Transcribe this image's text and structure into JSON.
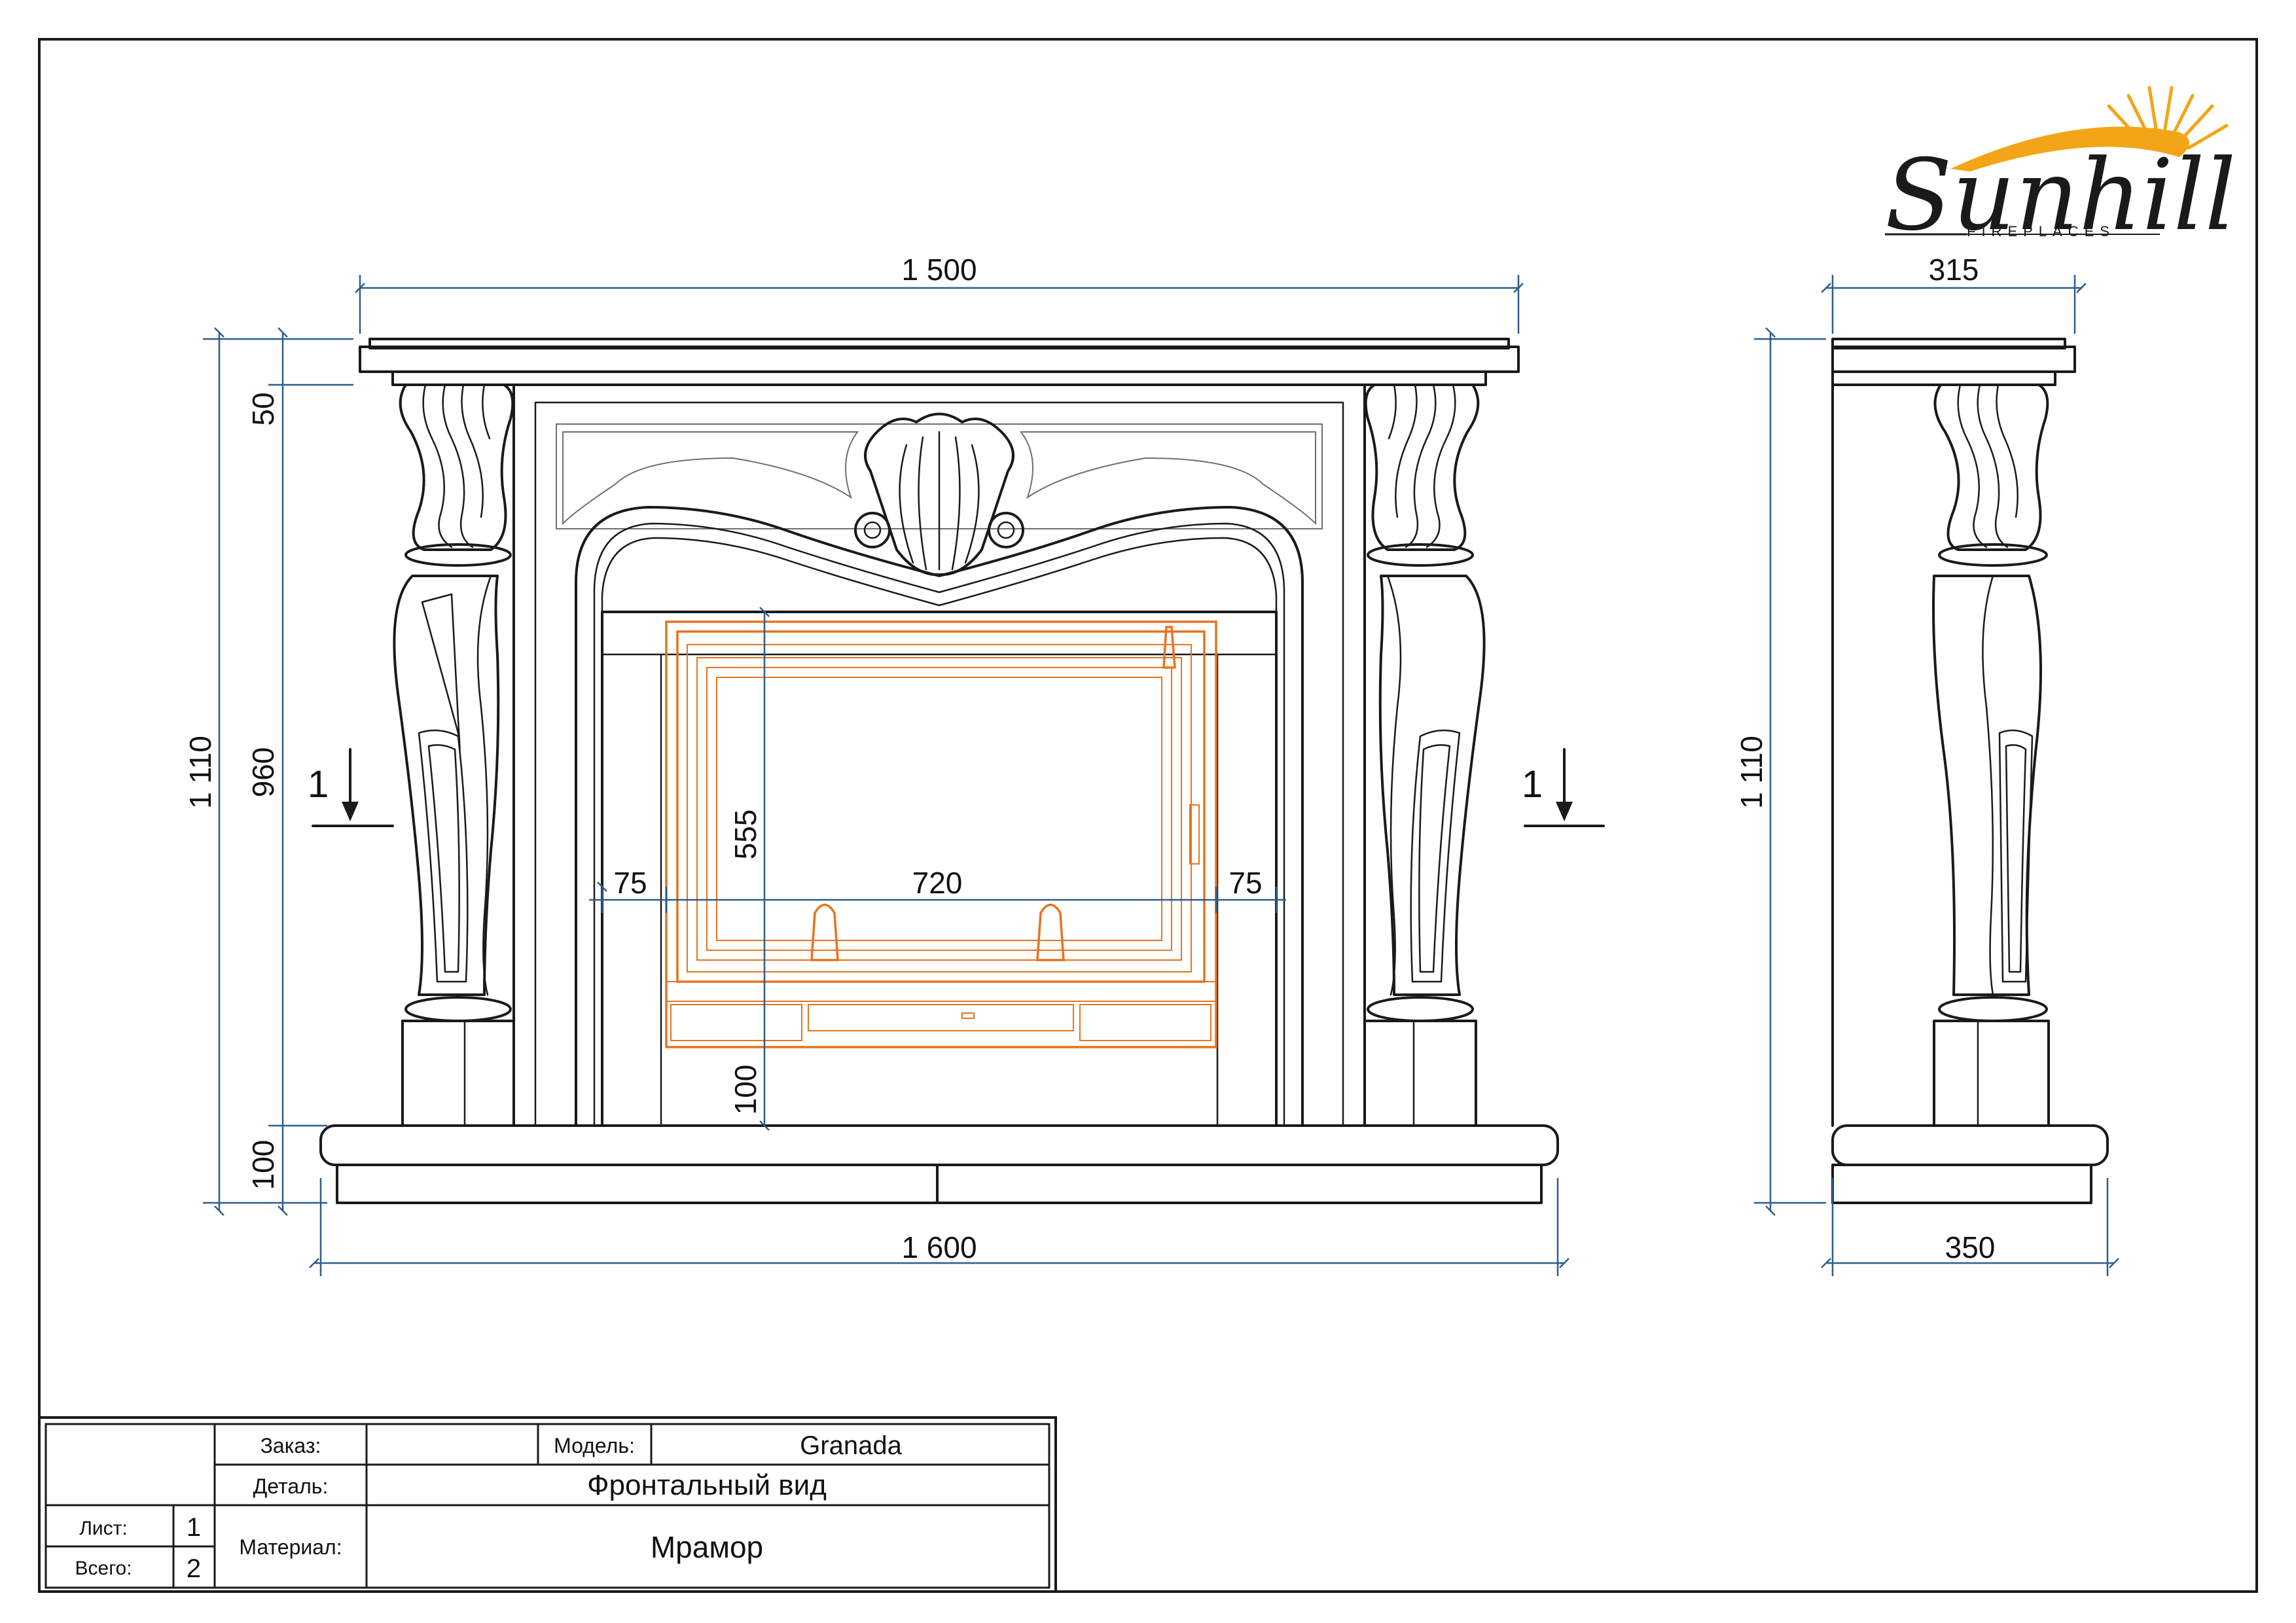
{
  "logo": {
    "brand": "Sunhill",
    "tagline": "FIREPLACES",
    "accent_color": "#f2a516"
  },
  "front_view": {
    "dim_top_width": "1 500",
    "dim_bottom_width": "1 600",
    "dim_total_height": "1 110",
    "dim_shelf_height": "50",
    "dim_body_height": "960",
    "dim_base_height": "100",
    "dim_opening_height": "555",
    "dim_opening_width": "720",
    "dim_left_gap": "75",
    "dim_right_gap": "75",
    "dim_insert_base": "100",
    "section_mark_left": "1",
    "section_mark_right": "1",
    "insert_color": "#e8731e"
  },
  "side_view": {
    "dim_top_depth": "315",
    "dim_bottom_depth": "350",
    "dim_total_height": "1 110"
  },
  "title_block": {
    "order_label": "Заказ:",
    "order_value": "",
    "model_label": "Модель:",
    "model_value": "Granada",
    "detail_label": "Деталь:",
    "detail_value": "Фронтальный вид",
    "sheet_label": "Лист:",
    "sheet_value": "1",
    "total_label": "Всего:",
    "total_value": "2",
    "material_label": "Материал:",
    "material_value": "Мрамор"
  }
}
